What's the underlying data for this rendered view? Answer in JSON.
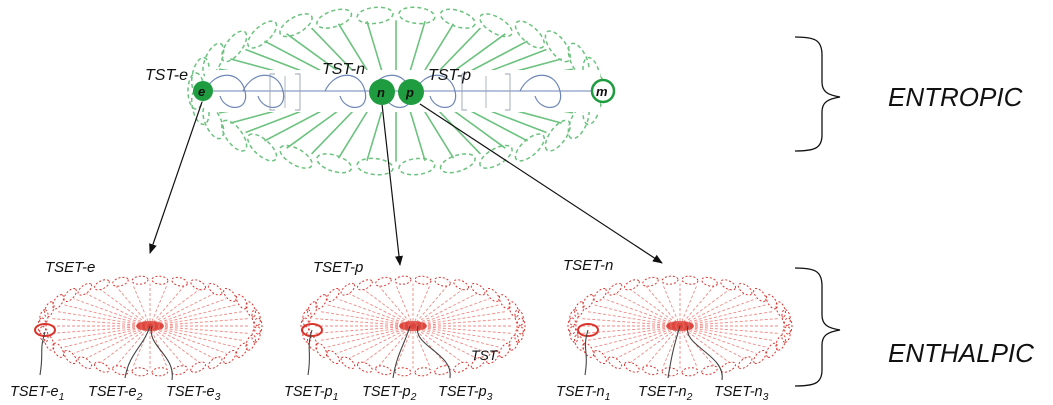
{
  "entropic": {
    "label": "ENTROPIC",
    "nodes": [
      {
        "id": "e",
        "caption": "TST-e"
      },
      {
        "id": "n",
        "caption": "TST-n"
      },
      {
        "id": "p",
        "caption": "TST-p"
      },
      {
        "id": "m",
        "caption": ""
      }
    ]
  },
  "enthalpic": {
    "label": "ENTHALPIC",
    "stray_label": "TST",
    "clusters": [
      {
        "title": "TSET-e",
        "subs": [
          {
            "base": "TSET-e",
            "sub": "1"
          },
          {
            "base": "TSET-e",
            "sub": "2"
          },
          {
            "base": "TSET-e",
            "sub": "3"
          }
        ]
      },
      {
        "title": "TSET-p",
        "subs": [
          {
            "base": "TSET-p",
            "sub": "1"
          },
          {
            "base": "TSET-p",
            "sub": "2"
          },
          {
            "base": "TSET-p",
            "sub": "3"
          }
        ]
      },
      {
        "title": "TSET-n",
        "subs": [
          {
            "base": "TSET-n",
            "sub": "1"
          },
          {
            "base": "TSET-n",
            "sub": "2"
          },
          {
            "base": "TSET-n",
            "sub": "3"
          }
        ]
      }
    ]
  },
  "colors": {
    "green": "#1f9c3f",
    "green_light": "#6cc27e",
    "red": "#d9332b",
    "red_light": "#ee8a84",
    "blue": "#6d86b5"
  }
}
